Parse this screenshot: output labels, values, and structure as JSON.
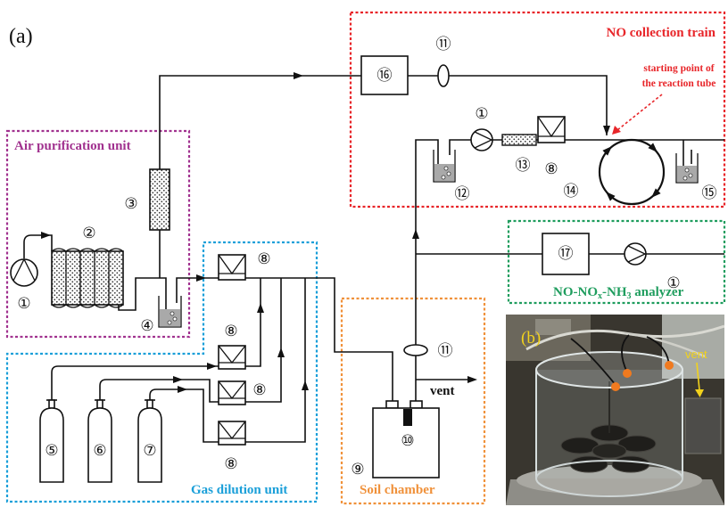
{
  "figure": {
    "panel_a_label": "(a)",
    "panel_b_label": "(b)"
  },
  "units": {
    "air_purification": {
      "label": "Air purification unit",
      "color": "#a1328f"
    },
    "gas_dilution": {
      "label": "Gas dilution unit",
      "color": "#1a9fd9"
    },
    "soil_chamber": {
      "label": "Soil chamber",
      "color": "#f0913a"
    },
    "no_collection": {
      "label": "NO collection train",
      "color": "#e8262a"
    },
    "analyzer": {
      "label_parts": [
        "NO-NO",
        "x",
        "-NH",
        "3",
        " analyzer"
      ],
      "color": "#1f9d5e"
    }
  },
  "annotation": {
    "line1": "starting point of",
    "line2": "the reaction tube",
    "color": "#e8262a"
  },
  "vent_label": "vent",
  "photo": {
    "vent_label": "vent",
    "label_color": "#f2d21c"
  },
  "markers": {
    "n1": "①",
    "n2": "②",
    "n3": "③",
    "n4": "④",
    "n5": "⑤",
    "n6": "⑥",
    "n7": "⑦",
    "n8": "⑧",
    "n9": "⑨",
    "n10": "⑩",
    "n11": "⑪",
    "n12": "⑫",
    "n13": "⑬",
    "n14": "⑭",
    "n15": "⑮",
    "n16": "⑯",
    "n17": "⑰"
  }
}
